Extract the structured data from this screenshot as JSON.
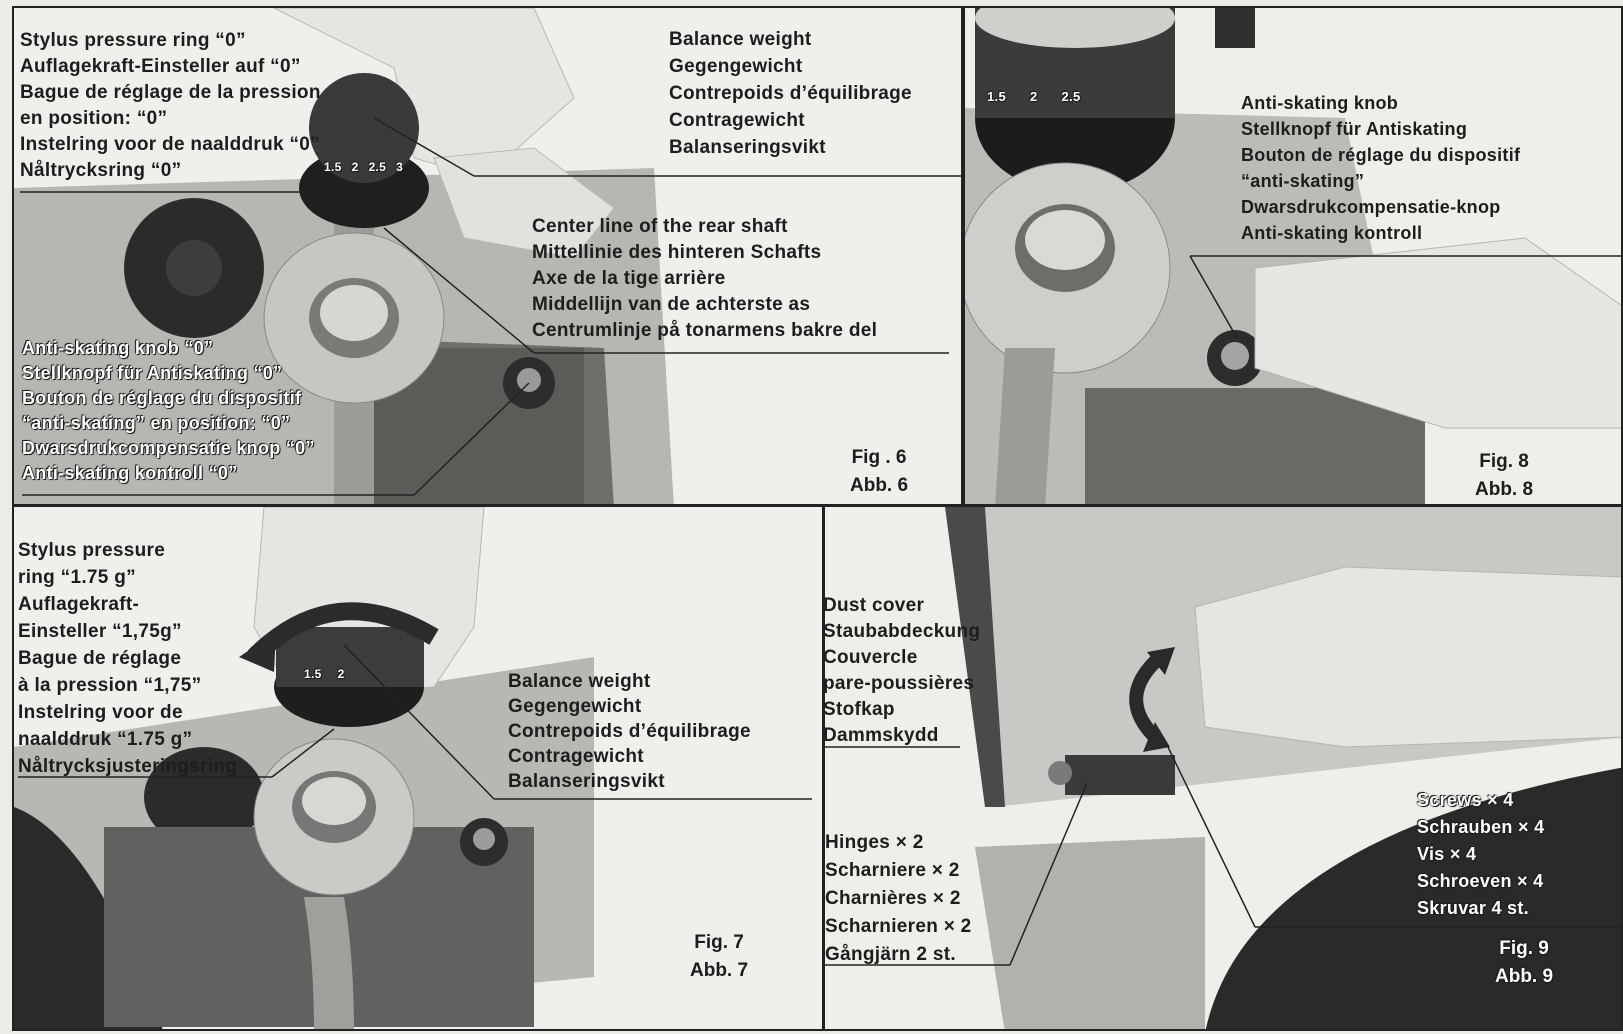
{
  "fig6": {
    "stylus_ring": [
      "Stylus pressure ring “0”",
      "Auflagekraft-Einsteller auf “0”",
      "Bague de réglage de la pression",
      "en position: “0”",
      "Instelring voor de naalddruk “0”",
      "Nåltrycksring “0”"
    ],
    "balance_weight": [
      "Balance weight",
      "Gegengewicht",
      "Contrepoids d’équilibrage",
      "Contragewicht",
      "Balanseringsvikt"
    ],
    "center_line": [
      "Center line of the  rear shaft",
      "Mittellinie des hinteren Schafts",
      "Axe de la tige arrière",
      "Middellijn van de achterste as",
      "Centrumlinje på tonarmens bakre del"
    ],
    "anti_skating": [
      "Anti-skating knob “0”",
      "Stellknopf für Antiskating  “0”",
      "Bouton de réglage du dispositif",
      "“anti-skating” en position: “0”",
      " Dwarsdrukcompensatie knop “0”",
      "Anti-skating  kontroll  “0”"
    ],
    "fig_label": [
      "Fig . 6",
      "Abb. 6"
    ],
    "dial_marks": [
      "1.5",
      "2",
      "2.5",
      "3"
    ]
  },
  "fig8": {
    "anti_skating": [
      "Anti-skating knob",
      "Stellknopf für Antiskating",
      "Bouton de réglage du dispositif",
      " “anti-skating”",
      "Dwarsdrukcompensatie-knop",
      "Anti-skating  kontroll"
    ],
    "fig_label": [
      "Fig. 8",
      "Abb. 8"
    ],
    "dial_marks": [
      "1.5",
      "2",
      "2.5"
    ]
  },
  "fig7": {
    "stylus_ring": [
      "Stylus pressure",
      "ring “1.75 g”",
      "Auflagekraft-",
      "Einsteller “1,75g”",
      "Bague de réglage",
      "à  la pression  “1,75”",
      "Instelring voor de",
      "naalddruk  “1.75 g”",
      "Nåltrycksjusteringsring"
    ],
    "balance_weight": [
      "Balance weight",
      "Gegengewicht",
      "Contrepoids d’équilibrage",
      "Contragewicht",
      "Balanseringsvikt"
    ],
    "fig_label": [
      "Fig. 7",
      "Abb. 7"
    ],
    "dial_marks": [
      "1.5",
      "2"
    ]
  },
  "fig9": {
    "dust_cover": [
      "Dust cover",
      "Staubabdeckung",
      "Couvercle",
      "pare-poussières",
      "Stofkap",
      "Dammskydd"
    ],
    "hinges": [
      "Hinges × 2",
      "Scharniere  × 2",
      "Charnières   × 2",
      " Scharnieren × 2",
      "Gångjärn  2 st."
    ],
    "screws": [
      "Screws × 4",
      "Schrauben × 4",
      "Vis × 4",
      "Schroeven × 4",
      "Skruvar 4 st."
    ],
    "fig_label": [
      "Fig. 9",
      "Abb. 9"
    ]
  },
  "colors": {
    "frame": "#222222",
    "metal_dark": "#2a2a2a",
    "metal_light": "#bdbdbd",
    "paper": "#ecebe7"
  }
}
